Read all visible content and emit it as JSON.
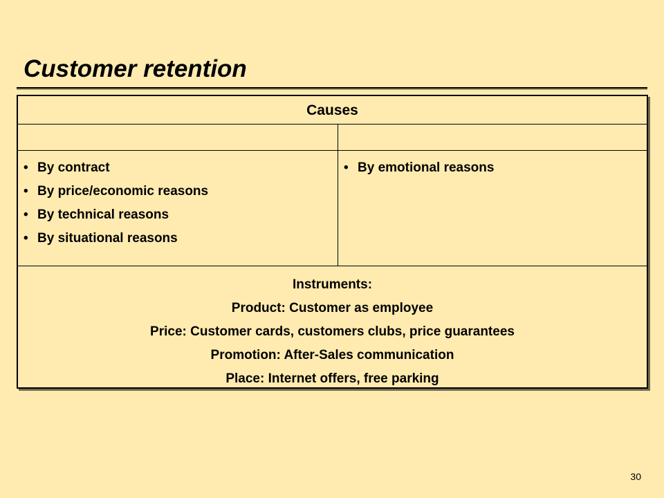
{
  "slide": {
    "title": "Customer retention",
    "page_number": "30"
  },
  "table": {
    "header": "Causes",
    "left_reasons": [
      "By contract",
      "By price/economic reasons",
      "By technical reasons",
      "By situational reasons"
    ],
    "right_reasons": [
      "By emotional reasons"
    ],
    "instruments": {
      "heading": "Instruments:",
      "product": "Product: Customer as employee",
      "price": "Price:  Customer cards, customers clubs, price guarantees",
      "promotion": "Promotion: After-Sales communication",
      "place": "Place: Internet offers, free parking"
    }
  },
  "colors": {
    "background": "#FFEBB0",
    "text": "#000000"
  }
}
